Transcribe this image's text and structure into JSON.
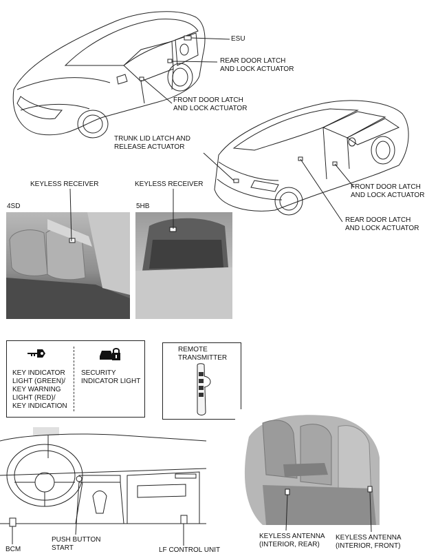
{
  "labels": {
    "esu": "ESU",
    "rear_door_top": "REAR DOOR LATCH\nAND LOCK ACTUATOR",
    "front_door_top": "FRONT DOOR LATCH\nAND LOCK ACTUATOR",
    "trunk": "TRUNK LID LATCH AND\nRELEASE ACTUATOR",
    "front_door_rear": "FRONT DOOR LATCH\nAND LOCK ACTUATOR",
    "rear_door_rear": "REAR DOOR LATCH\nAND LOCK ACTUATOR",
    "keyless_receiver_4sd": "KEYLESS RECEIVER",
    "keyless_receiver_5hb": "KEYLESS RECEIVER",
    "variant_4sd": "4SD",
    "variant_5hb": "5HB",
    "key_indicator": "KEY INDICATOR\nLIGHT (GREEN)/\nKEY WARNING\nLIGHT (RED)/\nKEY INDICATION",
    "security_indicator": "SECURITY\nINDICATOR LIGHT",
    "remote_transmitter": "REMOTE\nTRANSMITTER",
    "bcm": "BCM",
    "push_button_start": "PUSH BUTTON\nSTART",
    "lf_control_unit": "LF CONTROL UNIT",
    "antenna_rear": "KEYLESS ANTENNA\n(INTERIOR, REAR)",
    "antenna_front": "KEYLESS ANTENNA\n(INTERIOR, FRONT)"
  },
  "icons": [
    "key-icon",
    "car-lock-icon",
    "remote-key-icon",
    "connector-icon"
  ],
  "colors": {
    "line": "#222222",
    "photo_gray": "#c8c8c8",
    "photo_dark": "#555555"
  }
}
